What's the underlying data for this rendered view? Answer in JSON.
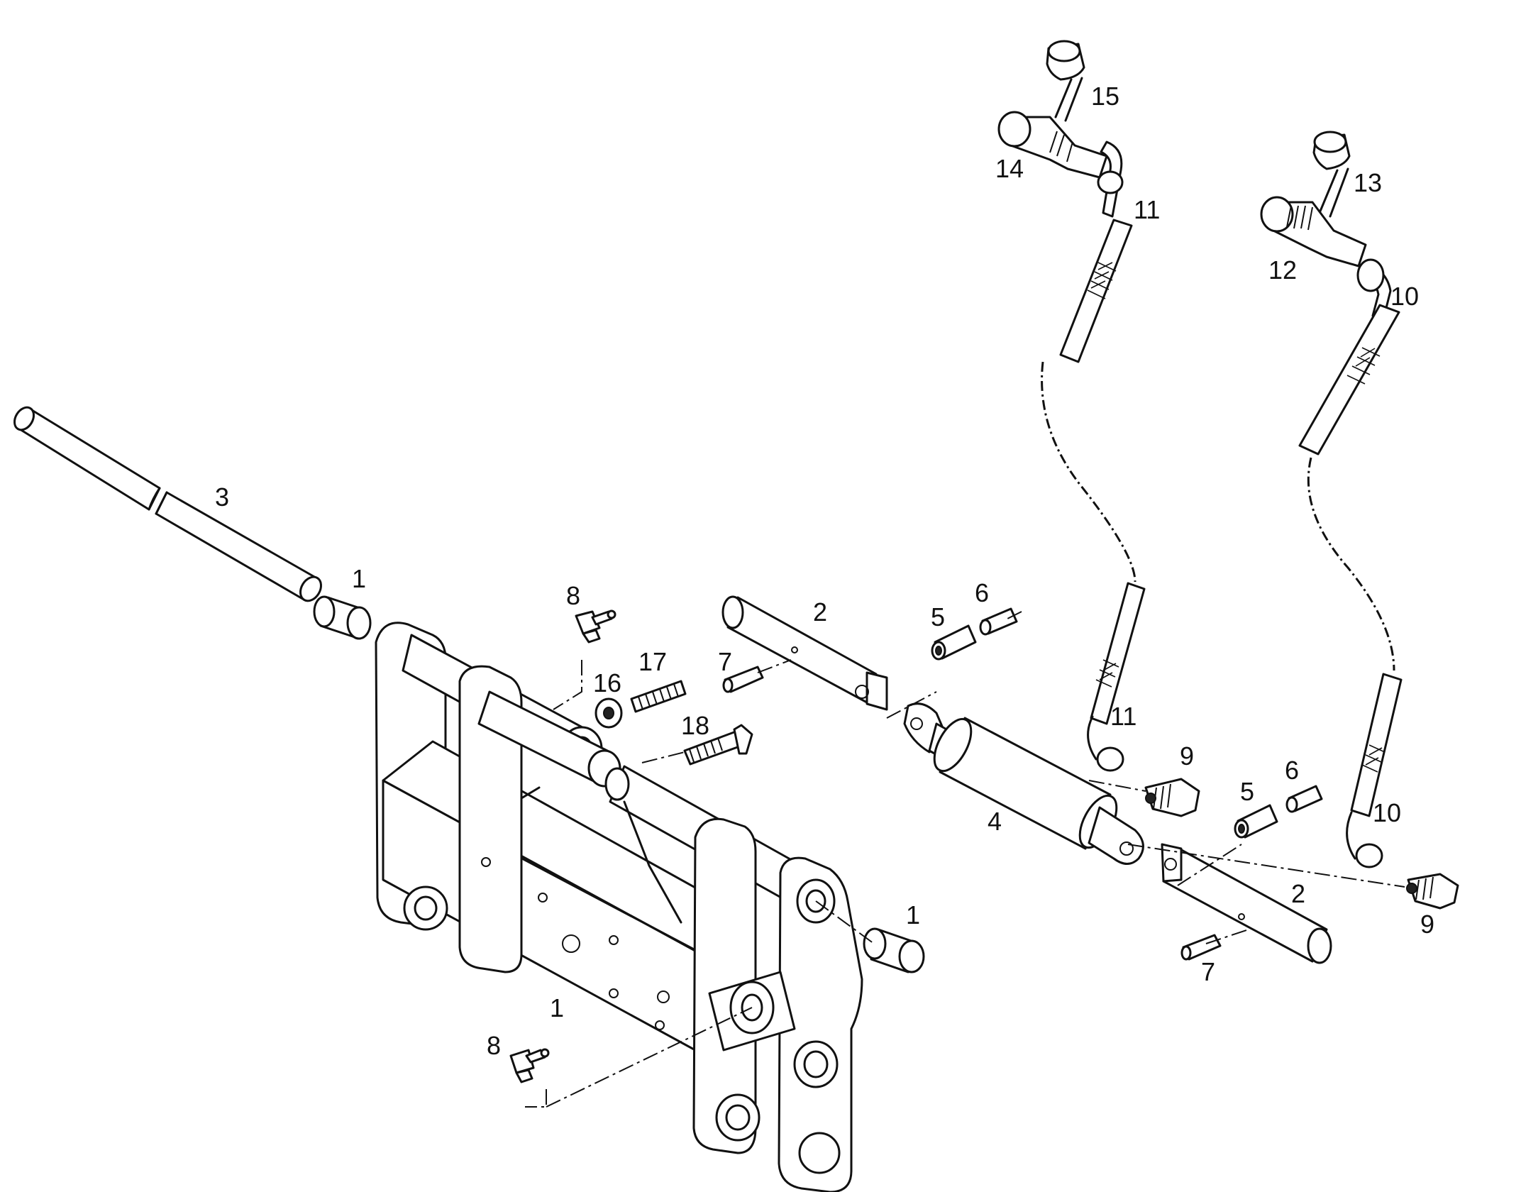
{
  "callouts": [
    {
      "id": "c3",
      "text": "3"
    },
    {
      "id": "c1a",
      "text": "1"
    },
    {
      "id": "c1b",
      "text": "1"
    },
    {
      "id": "c1c",
      "text": "1"
    },
    {
      "id": "c8a",
      "text": "8"
    },
    {
      "id": "c8b",
      "text": "8"
    },
    {
      "id": "c16",
      "text": "16"
    },
    {
      "id": "c17",
      "text": "17"
    },
    {
      "id": "c18",
      "text": "18"
    },
    {
      "id": "c7a",
      "text": "7"
    },
    {
      "id": "c7b",
      "text": "7"
    },
    {
      "id": "c2a",
      "text": "2"
    },
    {
      "id": "c2b",
      "text": "2"
    },
    {
      "id": "c5a",
      "text": "5"
    },
    {
      "id": "c5b",
      "text": "5"
    },
    {
      "id": "c6a",
      "text": "6"
    },
    {
      "id": "c6b",
      "text": "6"
    },
    {
      "id": "c4",
      "text": "4"
    },
    {
      "id": "c9a",
      "text": "9"
    },
    {
      "id": "c9b",
      "text": "9"
    },
    {
      "id": "c10a",
      "text": "10"
    },
    {
      "id": "c10b",
      "text": "10"
    },
    {
      "id": "c11a",
      "text": "11"
    },
    {
      "id": "c11b",
      "text": "11"
    },
    {
      "id": "c12",
      "text": "12"
    },
    {
      "id": "c13",
      "text": "13"
    },
    {
      "id": "c14",
      "text": "14"
    },
    {
      "id": "c15",
      "text": "15"
    }
  ]
}
